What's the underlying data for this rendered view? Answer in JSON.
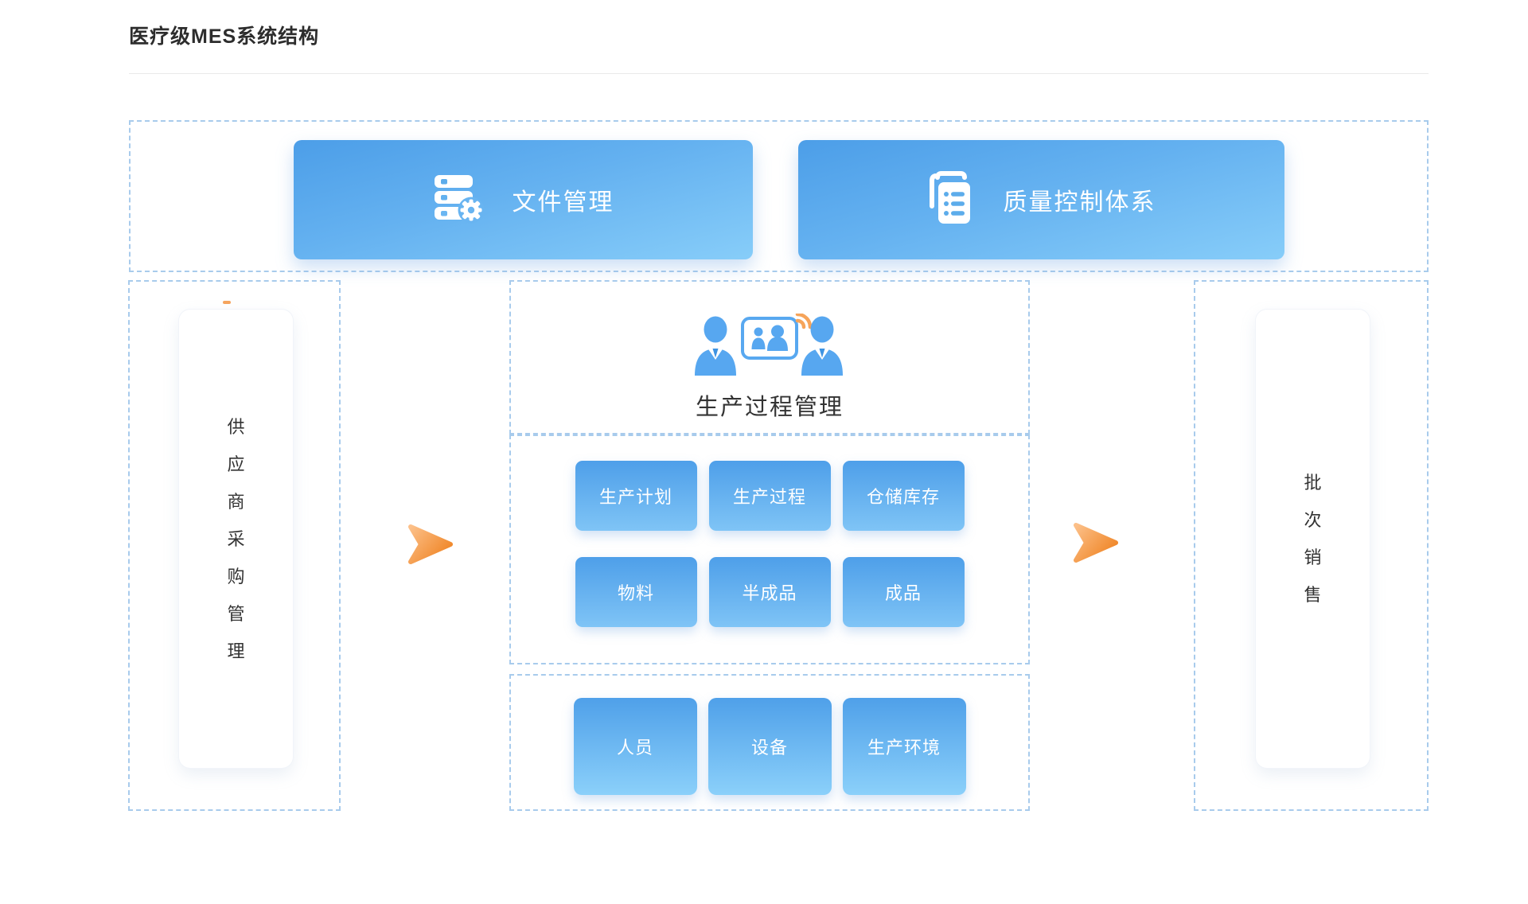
{
  "title": "医疗级MES系统结构",
  "top_modules": {
    "file_management": {
      "label": "文件管理",
      "icon": "server-gear-icon"
    },
    "quality_control": {
      "label": "质量控制体系",
      "icon": "documents-list-icon"
    }
  },
  "left_panel": {
    "label": "供应商采购管理",
    "chars": [
      "供",
      "应",
      "商",
      "采",
      "购",
      "管",
      "理"
    ]
  },
  "right_panel": {
    "label": "批次销售",
    "chars": [
      "批",
      "次",
      "销",
      "售"
    ]
  },
  "process_center": {
    "header": {
      "label": "生产过程管理",
      "icon": "video-meeting-icon"
    },
    "row1_buttons": [
      "生产计划",
      "生产过程",
      "仓储库存"
    ],
    "row2_buttons": [
      "物料",
      "半成品",
      "成品"
    ],
    "resource_buttons": [
      "人员",
      "设备",
      "生产环境"
    ]
  },
  "colors": {
    "button_gradient_top": "#4C9EE8",
    "button_gradient_bottom": "#87CDF9",
    "dashed_border": "#A8CBEC",
    "arrow_orange": "#F0861F",
    "icon_blue": "#57A7F0",
    "wifi_orange": "#F6A45A",
    "title_text": "#2D2D2D"
  }
}
